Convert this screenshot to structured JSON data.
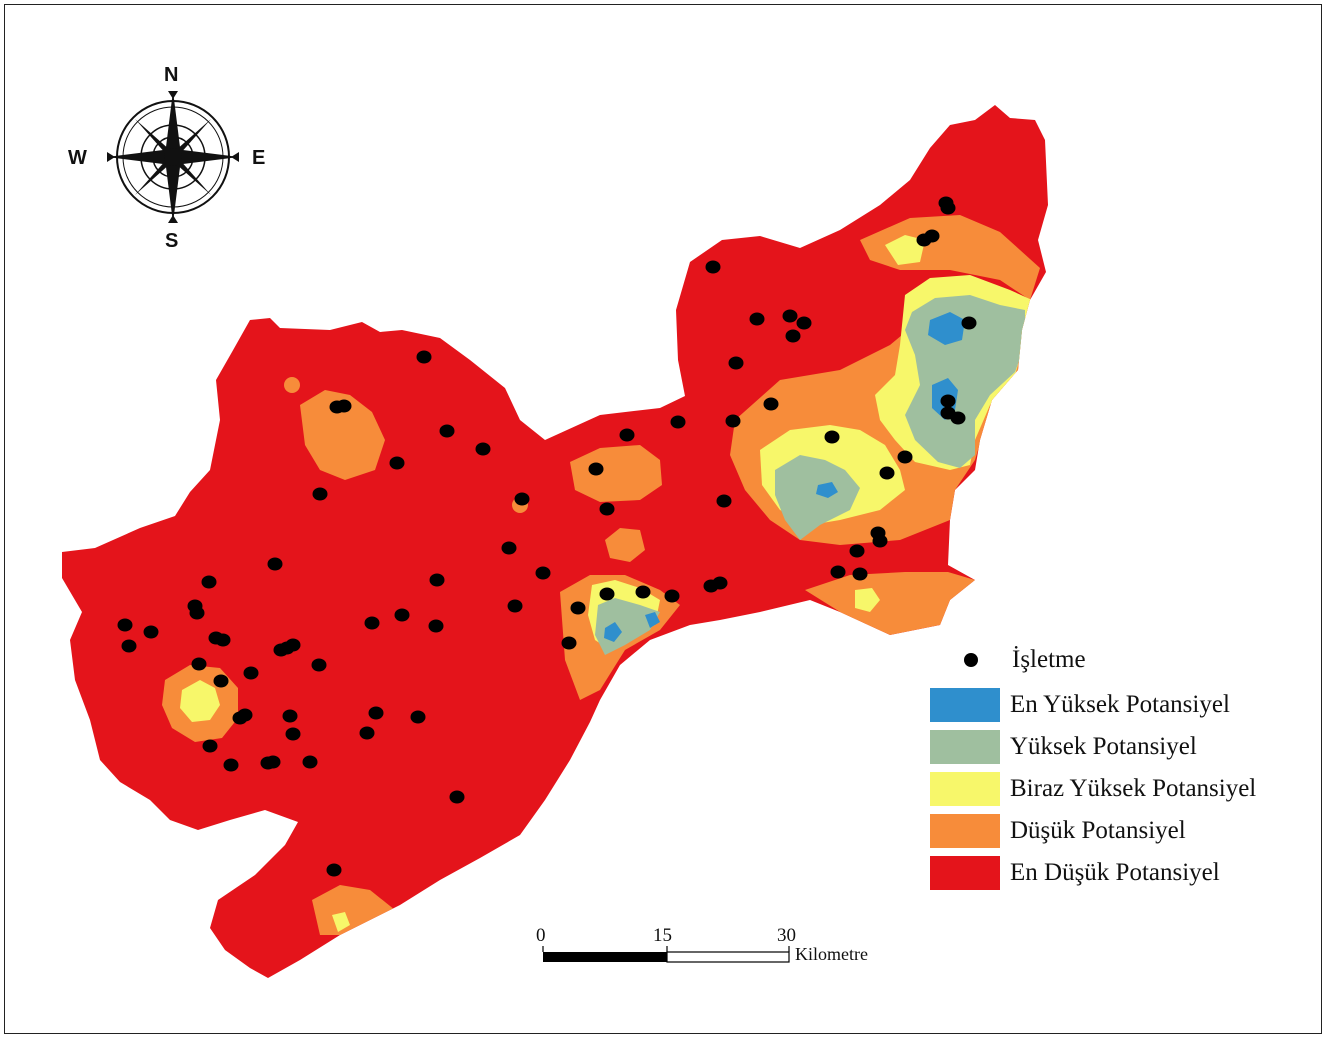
{
  "compass": {
    "north": "N",
    "south": "S",
    "east": "E",
    "west": "W"
  },
  "legend": {
    "point_label": "İşletme",
    "classes": [
      {
        "label": "En Yüksek Potansiyel",
        "color": "#2f8fcd"
      },
      {
        "label": "Yüksek Potansiyel",
        "color": "#9fbf9f"
      },
      {
        "label": "Biraz Yüksek Potansiyel",
        "color": "#f7f76a"
      },
      {
        "label": "Düşük Potansiyel",
        "color": "#f78c3a"
      },
      {
        "label": "En Düşük Potansiyel",
        "color": "#e4141b"
      }
    ]
  },
  "scale_bar": {
    "ticks": [
      "0",
      "15",
      "30"
    ],
    "unit": "Kilometre"
  }
}
